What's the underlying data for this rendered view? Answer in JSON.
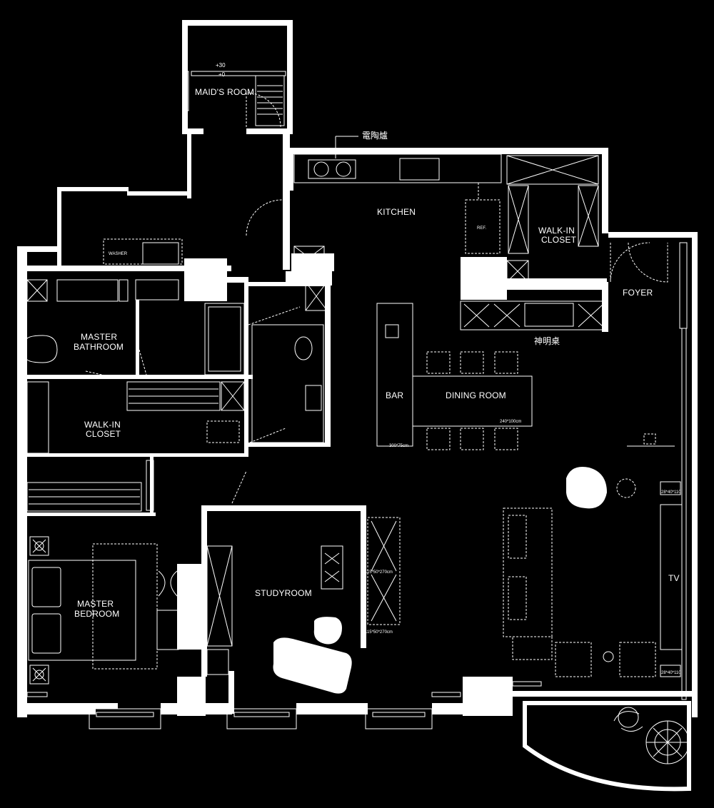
{
  "rooms": {
    "maids_room": "MAID'S ROOM",
    "kitchen": "KITCHEN",
    "walkin_closet_top": [
      "WALK-IN",
      "CLOSET"
    ],
    "foyer": "FOYER",
    "master_bathroom": [
      "MASTER",
      "BATHROOM"
    ],
    "walkin_closet_left": [
      "WALK-IN",
      "CLOSET"
    ],
    "bar": "BAR",
    "dining_room": "DINING ROOM",
    "master_bedroom": [
      "MASTER",
      "BEDROOM"
    ],
    "studyroom": "STUDYROOM",
    "tv": "TV"
  },
  "annotations": {
    "level_upper": "+30",
    "level_lower": "+0",
    "ceramic_stove": "電陶爐",
    "altar_table": "神明桌",
    "washer": "WASHER",
    "ref": "REF.",
    "bar_size": "300*75cm",
    "dining_size": "240*100cm",
    "cabinet_size_1": "115*50*270cm",
    "cabinet_size_2": "115*50*270cm",
    "tv_cab_top": "28*40*110",
    "tv_cab_bottom": "28*40*110"
  }
}
